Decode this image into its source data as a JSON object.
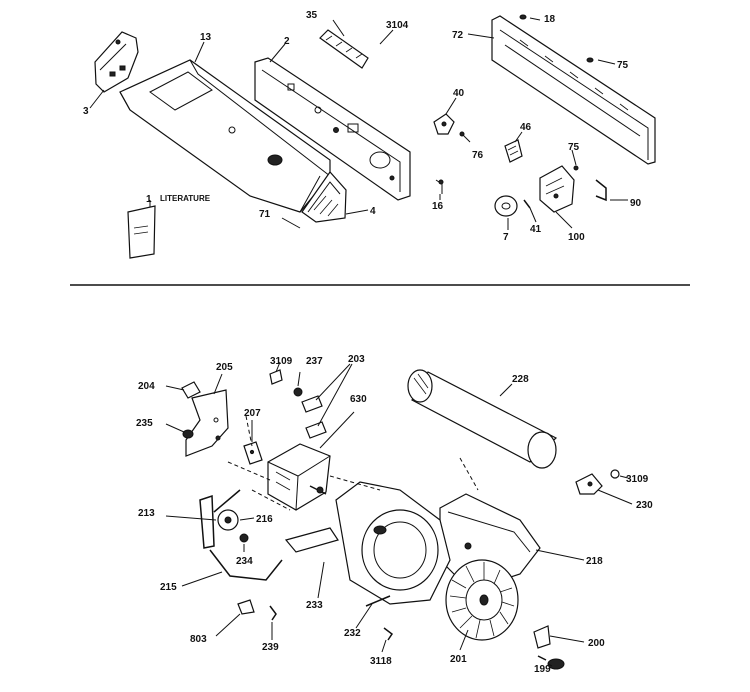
{
  "labels": {
    "l35": "35",
    "l3104": "3104",
    "l18": "18",
    "l72": "72",
    "l13": "13",
    "l2": "2",
    "l75a": "75",
    "l3": "3",
    "l40": "40",
    "l46": "46",
    "l76": "76",
    "l75b": "75",
    "l1": "1",
    "literature": "LITERATURE",
    "l16": "16",
    "l90": "90",
    "l71": "71",
    "l4": "4",
    "l7": "7",
    "l41": "41",
    "l100": "100",
    "l3109a": "3109",
    "l237": "237",
    "l203": "203",
    "l204": "204",
    "l205": "205",
    "l630": "630",
    "l228": "228",
    "l235": "235",
    "l207": "207",
    "l3109b": "3109",
    "l230": "230",
    "l213": "213",
    "l216": "216",
    "l218": "218",
    "l234": "234",
    "l215": "215",
    "l233": "233",
    "l232": "232",
    "l200": "200",
    "l803": "803",
    "l239": "239",
    "l3118": "3118",
    "l201": "201",
    "l199": "199"
  }
}
